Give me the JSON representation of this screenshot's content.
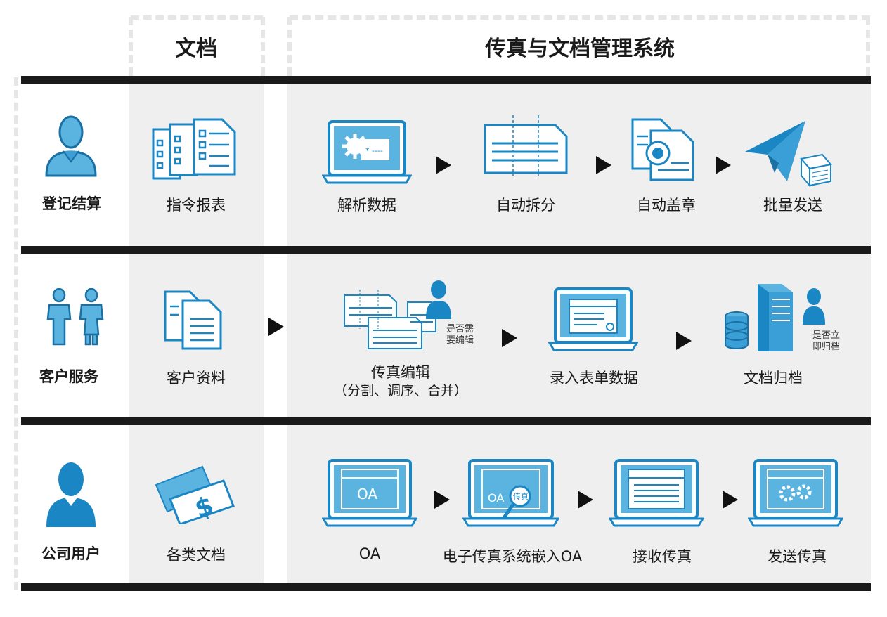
{
  "header": {
    "col_documents": "文档",
    "col_system": "传真与文档管理系统"
  },
  "rows": [
    {
      "category": "登记结算",
      "document": "指令报表",
      "steps": [
        "解析数据",
        "自动拆分",
        "自动盖章",
        "批量发送"
      ]
    },
    {
      "category": "客户服务",
      "document": "客户资料",
      "steps": [
        "传真编辑",
        "录入表单数据",
        "文档归档"
      ],
      "step_sublabel": "（分割、调序、合并）",
      "note_edit": [
        "是否需",
        "要编辑"
      ],
      "note_archive": [
        "是否立",
        "即归档"
      ]
    },
    {
      "category": "公司用户",
      "document": "各类文档",
      "steps": [
        "OA",
        "电子传真系统嵌入OA",
        "接收传真",
        "发送传真"
      ],
      "oa_text": "OA",
      "fax_text": "传真"
    }
  ],
  "colors": {
    "accent": "#1a86c4",
    "accent_light": "#5bb4e0",
    "band": "#efefef",
    "bar": "#1a1a1a"
  }
}
